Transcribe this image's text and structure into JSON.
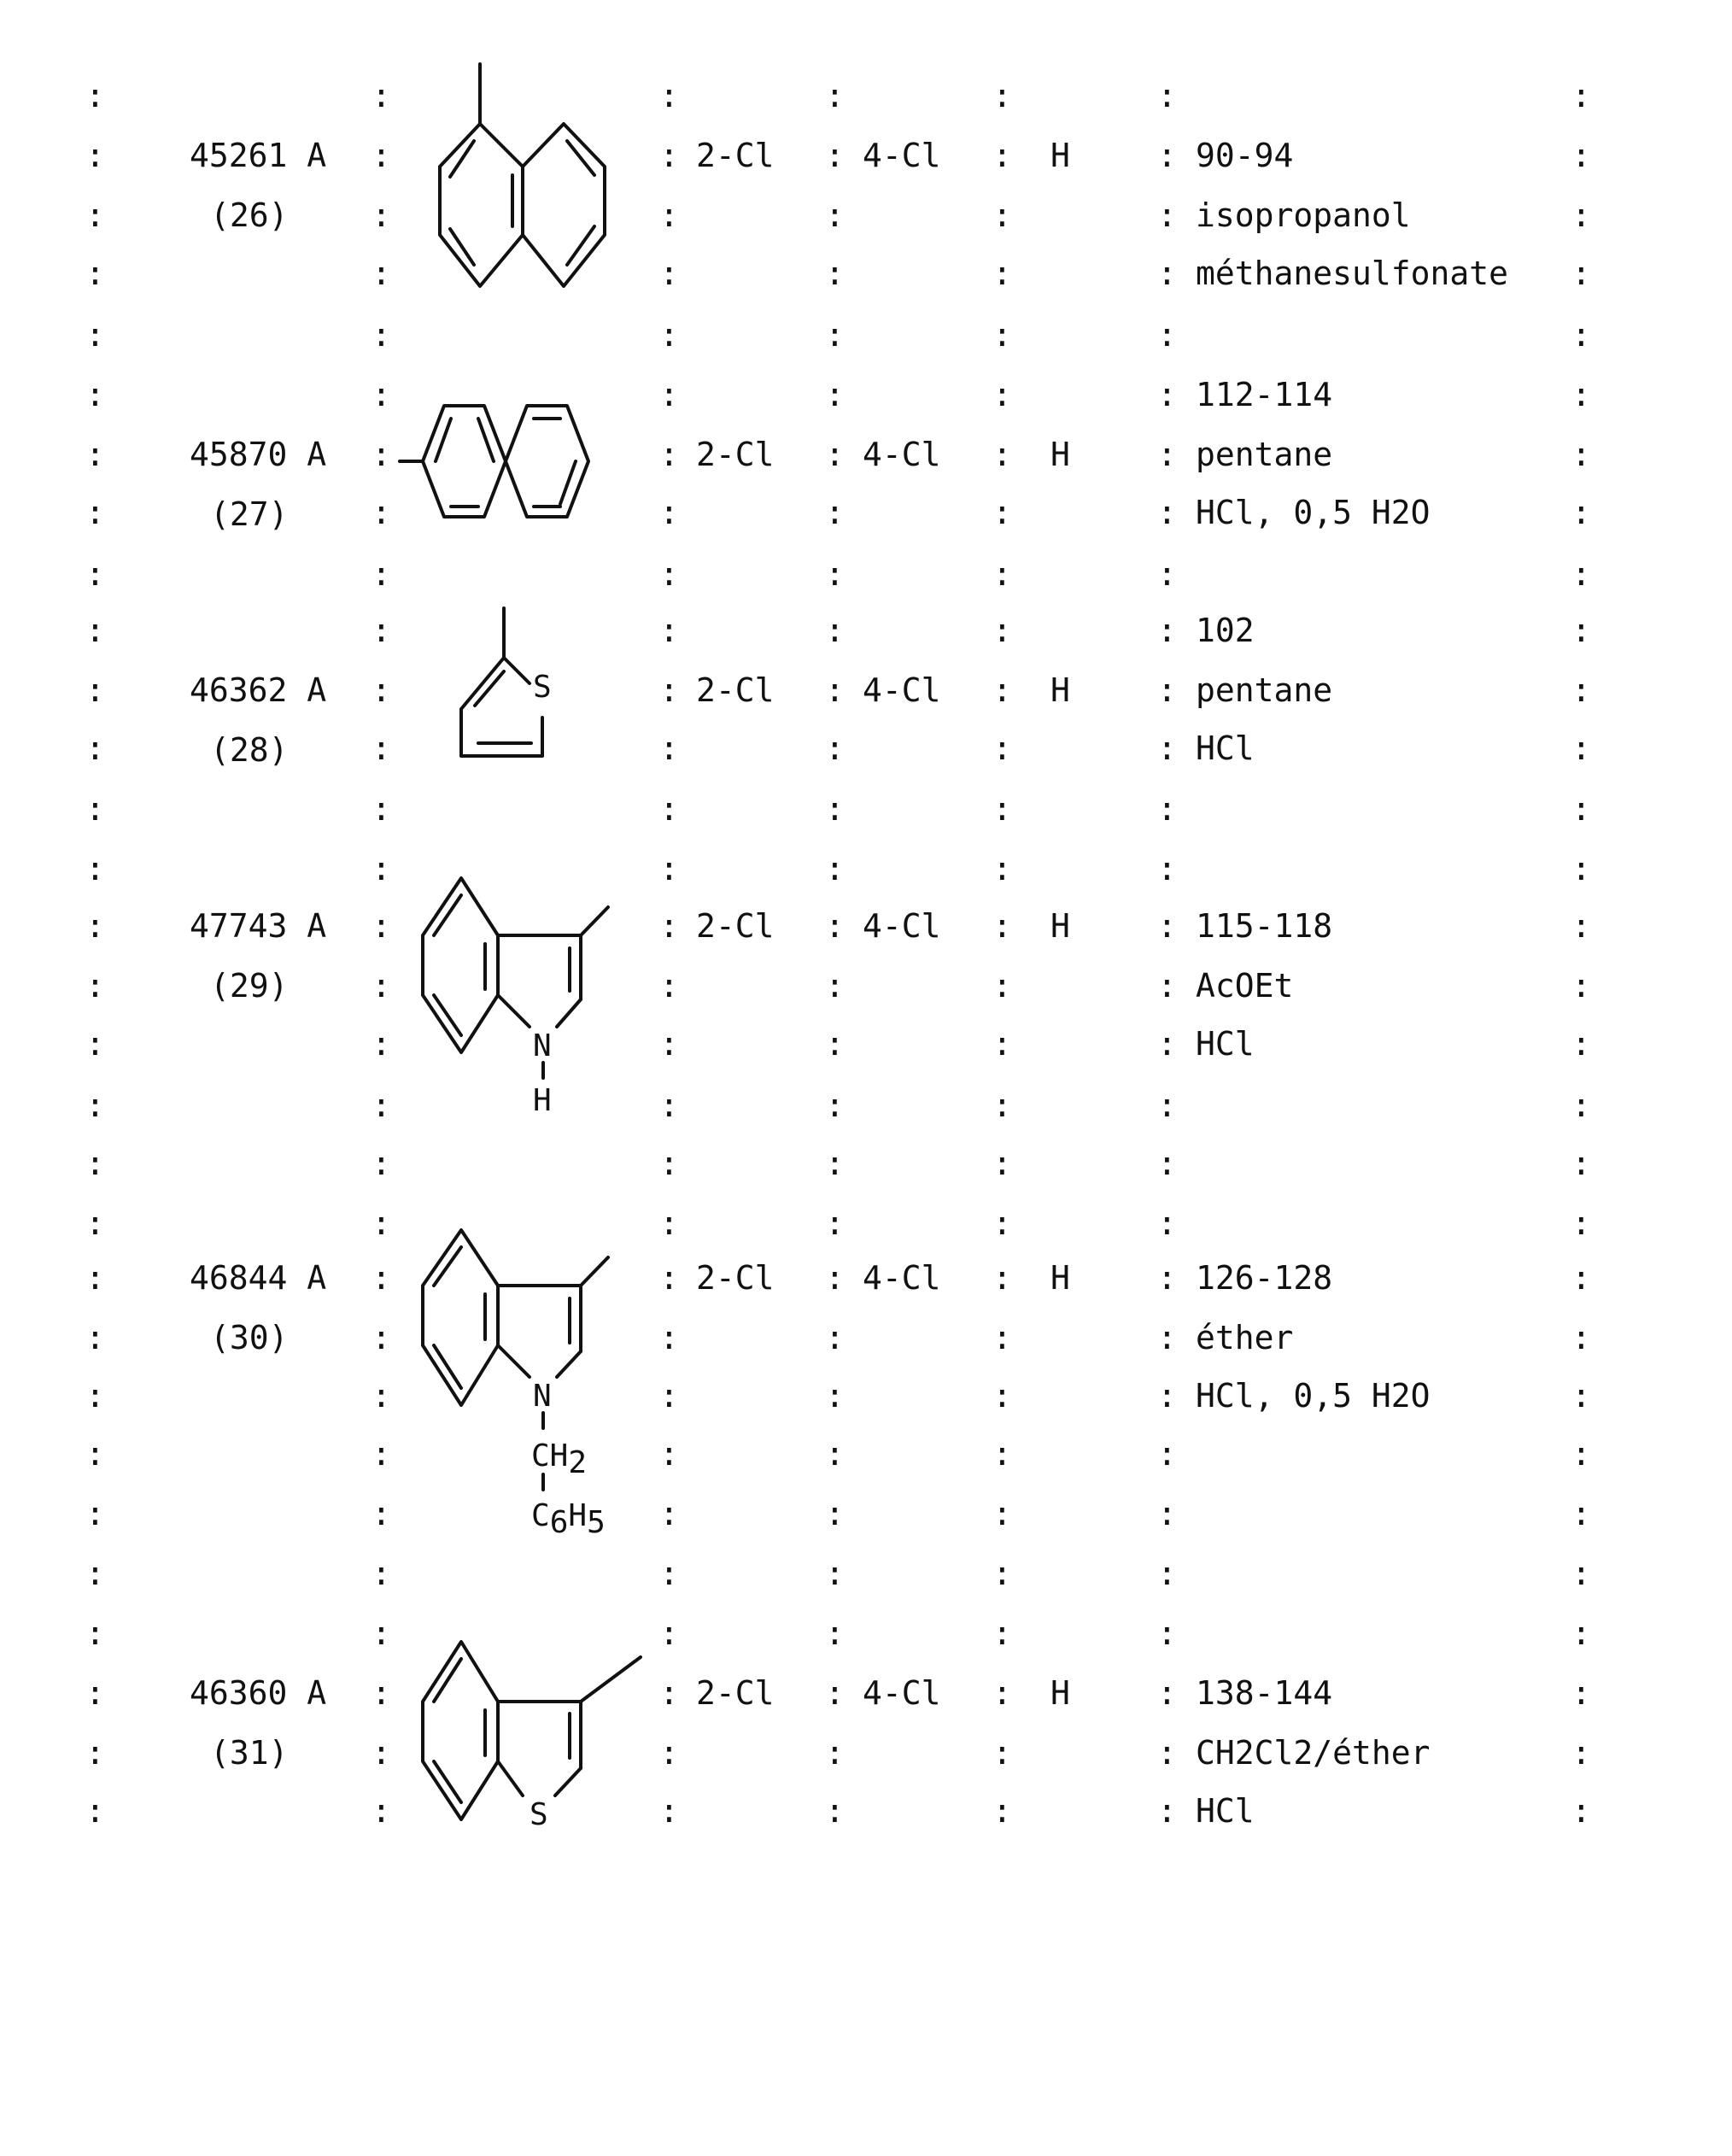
{
  "rows": [
    {
      "code": "45261 A",
      "num": "(26)",
      "c1": "2-Cl",
      "c2": "4-Cl",
      "c3": "H",
      "mp": "90-94",
      "solvent": "isopropanol",
      "salt": "méthanesulfonate",
      "structure": "1-naphthyl"
    },
    {
      "code": "45870 A",
      "num": "(27)",
      "c1": "2-Cl",
      "c2": "4-Cl",
      "c3": "H",
      "mp": "112-114",
      "solvent": "pentane",
      "salt": "HCl, 0,5 H2O",
      "structure": "4-biphenylyl"
    },
    {
      "code": "46362 A",
      "num": "(28)",
      "c1": "2-Cl",
      "c2": "4-Cl",
      "c3": "H",
      "mp": "102",
      "solvent": "pentane",
      "salt": "HCl",
      "structure": "2-thienyl"
    },
    {
      "code": "47743 A",
      "num": "(29)",
      "c1": "2-Cl",
      "c2": "4-Cl",
      "c3": "H",
      "mp": "115-118",
      "solvent": "AcOEt",
      "salt": "HCl",
      "structure": "3-indolyl"
    },
    {
      "code": "46844 A",
      "num": "(30)",
      "c1": "2-Cl",
      "c2": "4-Cl",
      "c3": "H",
      "mp": "126-128",
      "solvent": "éther",
      "salt": "HCl, 0,5 H2O",
      "structure": "1-benzyl-3-indolyl"
    },
    {
      "code": "46360 A",
      "num": "(31)",
      "c1": "2-Cl",
      "c2": "4-Cl",
      "c3": "H",
      "mp": "138-144",
      "solvent": "CH2Cl2/éther",
      "salt": "HCl",
      "structure": "3-benzothienyl"
    }
  ],
  "structure_labels": {
    "thiophene_S": "S",
    "indole_N": "N",
    "indole_H": "H",
    "bn_N": "N",
    "bn_CH": "CH",
    "bn_CH_sub": "2",
    "bn_C": "C",
    "bn_C_sub": "6",
    "bn_H": "H",
    "bn_H_sub": "5",
    "benzothiophene_S": "S"
  },
  "separator": ":"
}
